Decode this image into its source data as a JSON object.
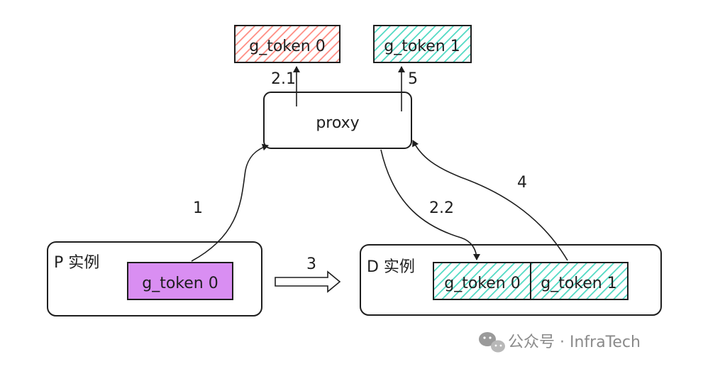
{
  "diagram": {
    "boxes": {
      "top_left_token": {
        "label": "g_token 0",
        "fill": "#ff8a80"
      },
      "top_right_token": {
        "label": "g_token 1",
        "fill": "#4dd9c2"
      },
      "proxy": {
        "label": "proxy"
      },
      "p_instance": {
        "label": "P 实例"
      },
      "p_token": {
        "label": "g_token 0",
        "fill": "#d98ef2"
      },
      "d_instance": {
        "label": "D 实例"
      },
      "d_token0": {
        "label": "g_token 0",
        "fill": "#4dd9c2"
      },
      "d_token1": {
        "label": "g_token 1",
        "fill": "#4dd9c2"
      }
    },
    "steps": {
      "s1": "1",
      "s21": "2.1",
      "s22": "2.2",
      "s3": "3",
      "s4": "4",
      "s5": "5"
    },
    "stroke_color": "#1e1e1e"
  },
  "watermark": {
    "text": "公众号 · InfraTech",
    "icon": "wechat-icon"
  }
}
